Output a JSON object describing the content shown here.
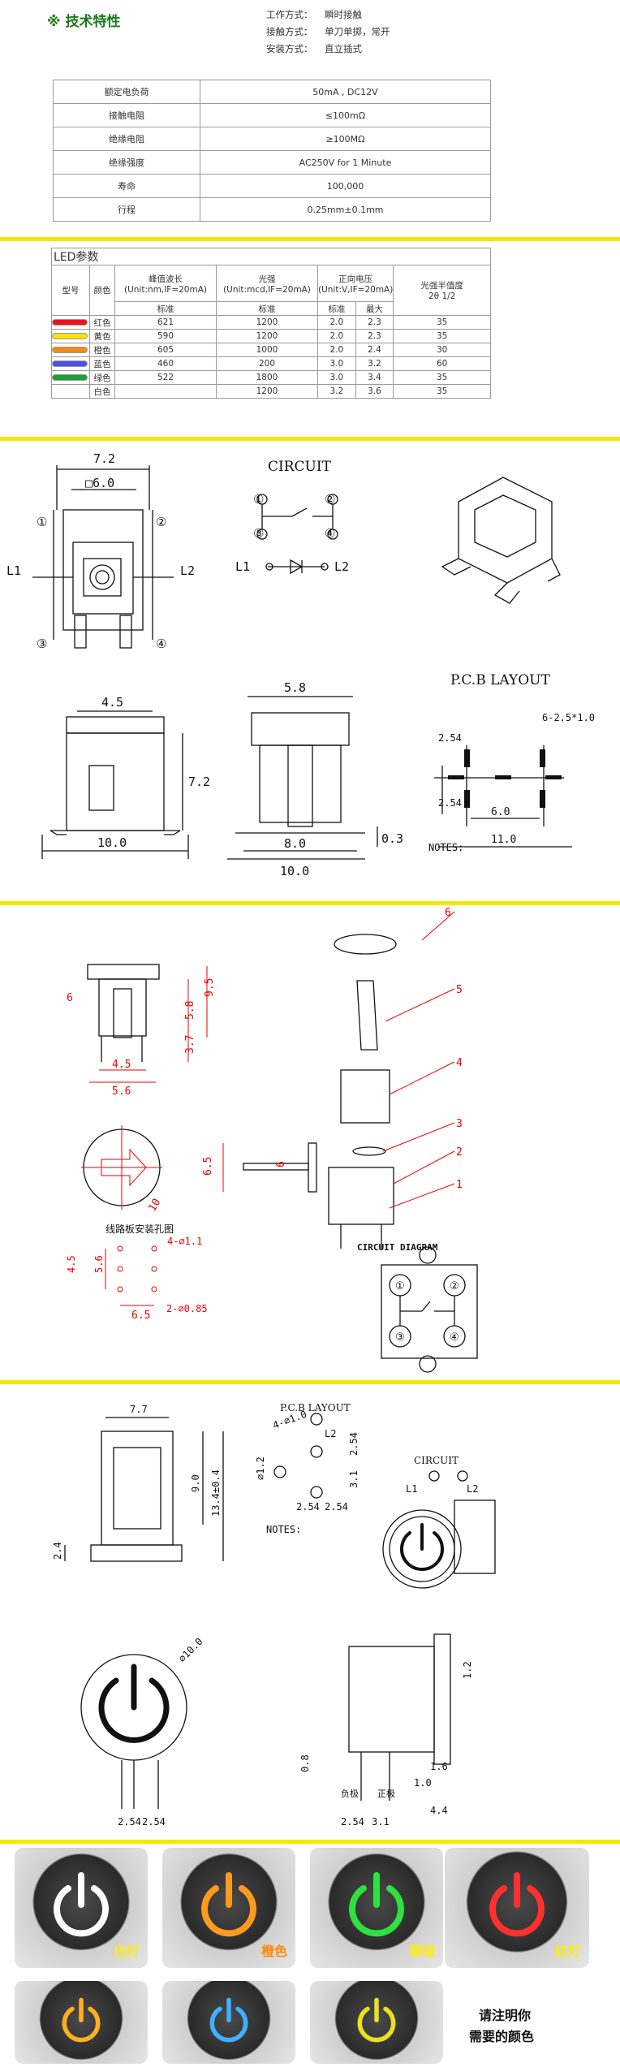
{
  "header": {
    "title": "※ 技术特性",
    "specs": [
      {
        "label": "工作方式：",
        "value": "瞬时接触"
      },
      {
        "label": "接触方式：",
        "value": "单刀单掷，常开"
      },
      {
        "label": "安装方式：",
        "value": "直立插式"
      }
    ]
  },
  "ratings_table": [
    {
      "label": "额定电负荷",
      "value": "50mA , DC12V"
    },
    {
      "label": "接触电阻",
      "value": "≤100mΩ"
    },
    {
      "label": "绝缘电阻",
      "value": "≥100MΩ"
    },
    {
      "label": "绝缘强度",
      "value": "AC250V for 1 Minute"
    },
    {
      "label": "寿命",
      "value": "100,000"
    },
    {
      "label": "行程",
      "value": "0.25mm±0.1mm"
    }
  ],
  "led_table": {
    "caption": "LED参数",
    "headers": {
      "model": "型号",
      "color": "颜色",
      "wavelength": "峰值波长\n(Unit:nm,IF=20mA)",
      "luminous": "光强\n(Unit:mcd,IF=20mA)",
      "voltage": "正向电压\n(Unit:V,IF=20mA)",
      "angle": "光强半值度\n2θ 1/2",
      "std": "标准",
      "max": "最大"
    },
    "rows": [
      {
        "swatch": "#e8141e",
        "color": "红色",
        "wavelength": "621",
        "luminous": "1200",
        "v_std": "2.0",
        "v_max": "2.3",
        "angle": "35"
      },
      {
        "swatch": "#f6e40a",
        "color": "黄色",
        "wavelength": "590",
        "luminous": "1200",
        "v_std": "2.0",
        "v_max": "2.3",
        "angle": "35"
      },
      {
        "swatch": "#f28a14",
        "color": "橙色",
        "wavelength": "605",
        "luminous": "1000",
        "v_std": "2.0",
        "v_max": "2.4",
        "angle": "30"
      },
      {
        "swatch": "#4a50e6",
        "color": "蓝色",
        "wavelength": "460",
        "luminous": "200",
        "v_std": "3.0",
        "v_max": "3.2",
        "angle": "60"
      },
      {
        "swatch": "#1aa032",
        "color": "绿色",
        "wavelength": "522",
        "luminous": "1800",
        "v_std": "3.0",
        "v_max": "3.4",
        "angle": "35"
      },
      {
        "swatch": "",
        "color": "白色",
        "wavelength": "",
        "luminous": "1200",
        "v_std": "3.2",
        "v_max": "3.6",
        "angle": "35"
      }
    ]
  },
  "drawing1": {
    "dim_width": "7.2",
    "dim_inner": "□6.0",
    "pin1": "①",
    "pin2": "②",
    "pin3": "③",
    "pin4": "④",
    "l1": "L1",
    "l2": "L2",
    "circuit_title": "CIRCUIT",
    "side_dim_top": "4.5",
    "side_dim_height": "7.2",
    "side_dim_bottom": "10.0",
    "front_dim_top": "5.8",
    "front_dim_mid": "8.0",
    "front_dim_bottom": "10.0",
    "front_dim_side": "0.3",
    "pcb_title": "P.C.B LAYOUT",
    "pcb_hole": "6-2.5*1.0",
    "pcb_dim_v1": "2.54",
    "pcb_dim_v2": "2.54",
    "pcb_dim_h1": "6.0",
    "pcb_dim_h2": "11.0",
    "notes": "NOTES:"
  },
  "drawing2": {
    "dims": [
      "9.5",
      "5.8",
      "3.7",
      "4.5",
      "5.6",
      "6",
      "6.5",
      "10",
      "5.6",
      "4.5",
      "6.5"
    ],
    "callouts": [
      "6",
      "5",
      "4",
      "3",
      "2",
      "1"
    ],
    "pcb_label": "线路板安装孔图",
    "hole_big": "4-⌀1.1",
    "hole_small": "2-⌀0.85",
    "circuit_title": "CIRCUIT DIAGRAM",
    "minus": "⊖",
    "plus": "⊕"
  },
  "drawing3": {
    "dim_top": "7.7",
    "dim_h1": "9.0",
    "dim_h2": "13.4±0.4",
    "dim_base": "2.4",
    "pcb_title": "P.C.B LAYOUT",
    "pcb_hole": "4-⌀1.0",
    "pcb_l2": "L2",
    "pcb_dims": [
      "2.54",
      "3.1",
      "2.54",
      "2.54",
      "⌀1.2"
    ],
    "notes": "NOTES:",
    "circuit_title": "CIRCUIT",
    "l1": "L1",
    "l2": "L2",
    "front_dia": "⌀10.0",
    "front_dims": [
      "2.54",
      "2.54"
    ],
    "side_dims": [
      "1.2",
      "0.8",
      "1.6",
      "1.0",
      "4.4",
      "2.54",
      "3.1"
    ],
    "neg_label": "负极",
    "pos_label": "正极"
  },
  "photos": [
    {
      "label": "白灯",
      "glow": "#ffffff",
      "label_color": "#ffef00"
    },
    {
      "label": "橙色",
      "glow": "#ff9a20",
      "label_color": "#ff8800"
    },
    {
      "label": "翠绿",
      "glow": "#30e040",
      "label_color": "#ffef00"
    },
    {
      "label": "红灯",
      "glow": "#ff3030",
      "label_color": "#ffef00"
    },
    {
      "label": "",
      "glow": "#ffb020",
      "label_color": "#ffef00"
    },
    {
      "label": "",
      "glow": "#40b0ff",
      "label_color": "#ffef00"
    },
    {
      "label": "",
      "glow": "#e8e020",
      "label_color": "#ffef00"
    }
  ],
  "note_line1": "请注明你",
  "note_line2": "需要的颜色"
}
